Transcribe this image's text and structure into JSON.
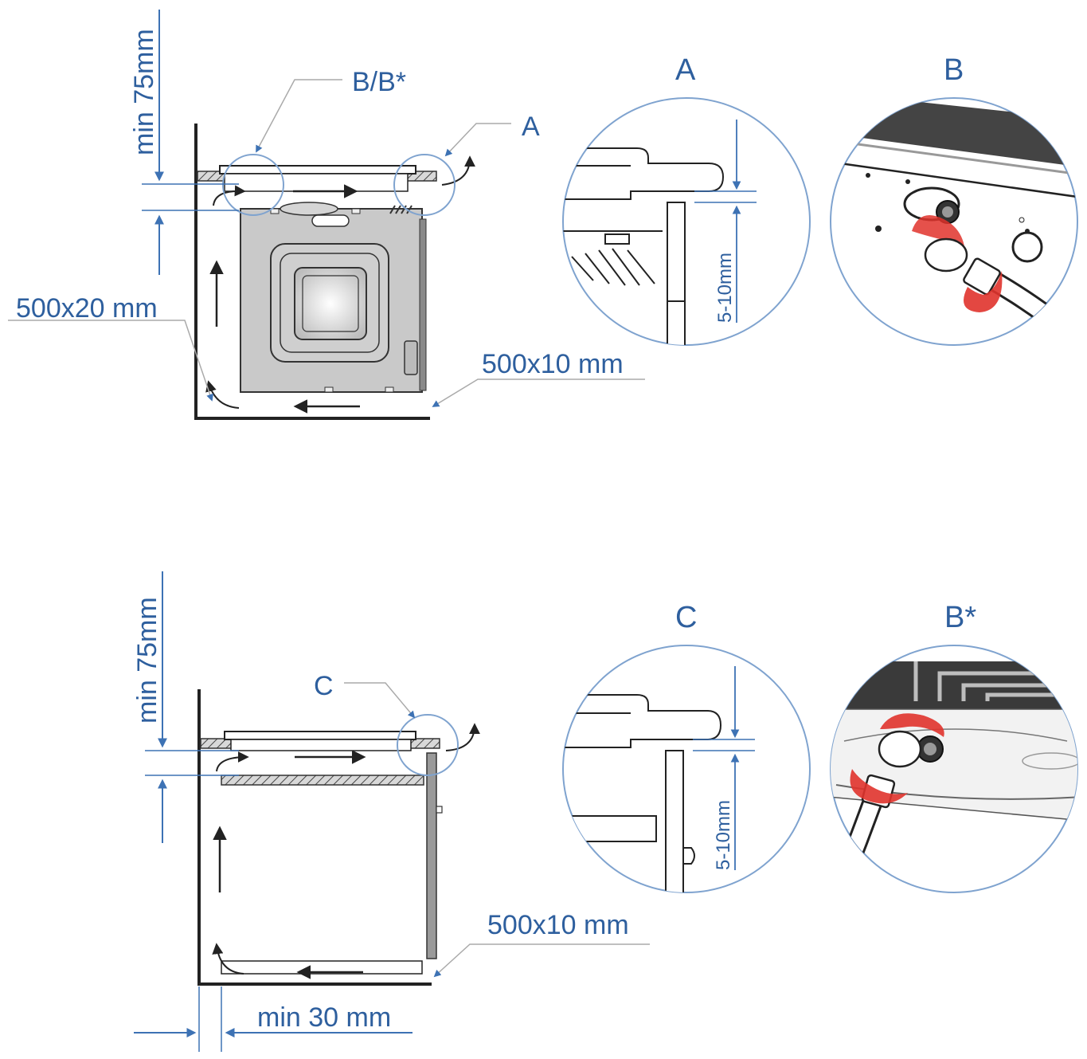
{
  "colors": {
    "accent_blue": "#3d72b4",
    "label_blue": "#2e5f9e",
    "outline": "#222222",
    "oven_fill": "#c9c9c9",
    "hatch": "#555555",
    "gasket_red": "#e0332c",
    "circle_stroke": "#7fa3cf"
  },
  "top_diagram": {
    "min_clearance": "min 75mm",
    "callout_bb": "B/B*",
    "callout_a": "A",
    "side_gap": "500x20 mm",
    "bottom_gap": "500x10 mm"
  },
  "bottom_diagram": {
    "min_clearance": "min 75mm",
    "callout_c": "C",
    "bottom_gap": "500x10 mm",
    "wall_gap": "min 30 mm"
  },
  "details": {
    "a_title": "A",
    "a_dim": "5-10mm",
    "b_title": "B",
    "c_title": "C",
    "c_dim": "5-10mm",
    "bstar_title": "B*"
  }
}
